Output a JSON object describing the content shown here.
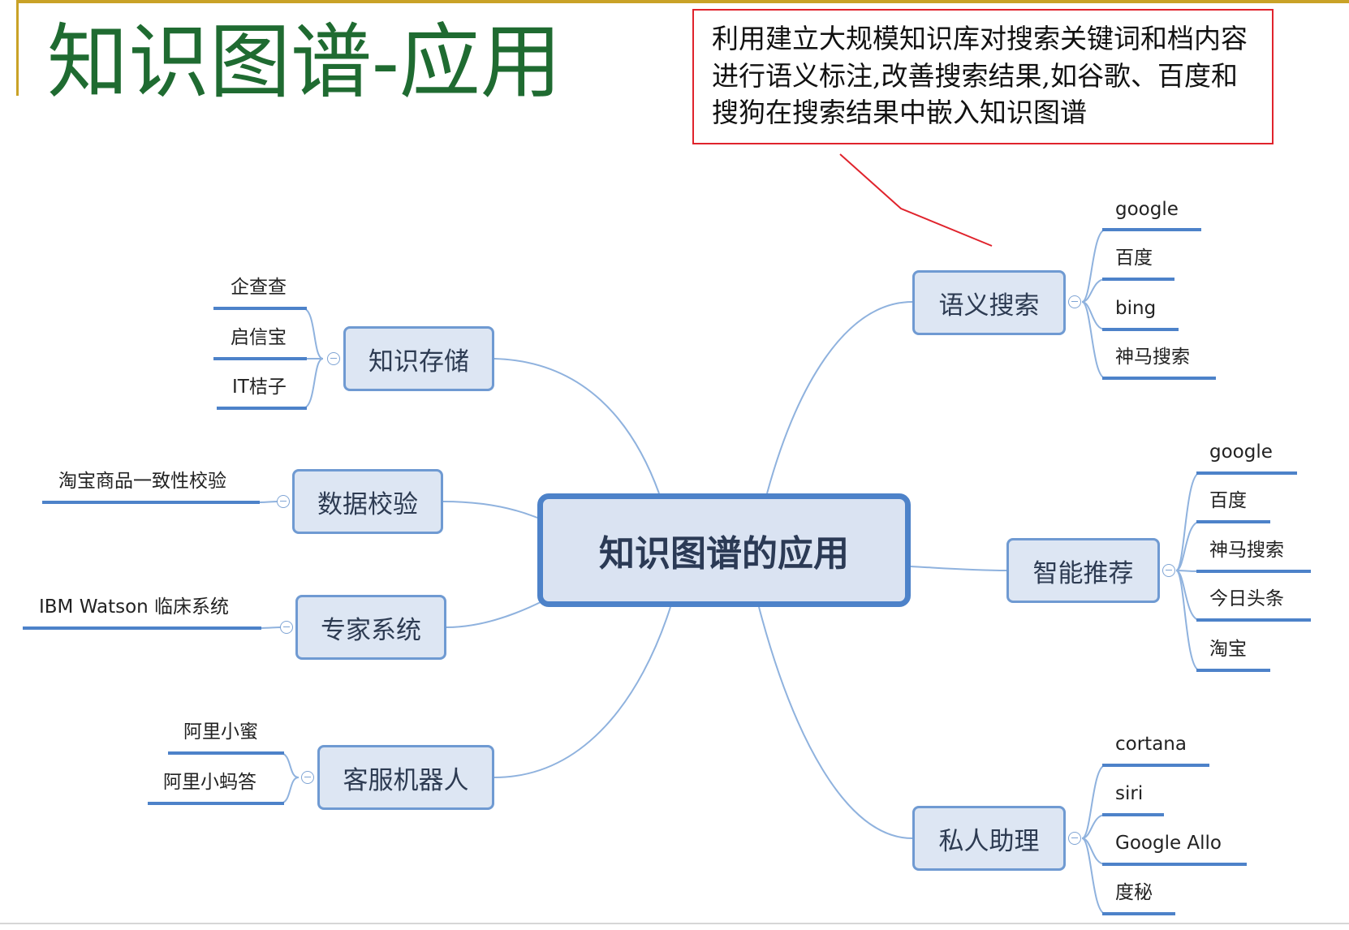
{
  "title": "知识图谱-应用",
  "callout": "利用建立大规模知识库对搜索关键词和档内容进行语义标注,改善搜索结果,如谷歌、百度和搜狗在搜索结果中嵌入知识图谱",
  "center": "知识图谱的应用",
  "branches": [
    {
      "label": "语义搜索",
      "leaves": [
        "google",
        "百度",
        "bing",
        "神马搜索"
      ]
    },
    {
      "label": "智能推荐",
      "leaves": [
        "google",
        "百度",
        "神马搜索",
        "今日头条",
        "淘宝"
      ]
    },
    {
      "label": "私人助理",
      "leaves": [
        "cortana",
        "siri",
        "Google Allo",
        "度秘"
      ]
    },
    {
      "label": "知识存储",
      "leaves": [
        "企查查",
        "启信宝",
        "IT桔子"
      ]
    },
    {
      "label": "数据校验",
      "leaves": [
        "淘宝商品一致性校验"
      ]
    },
    {
      "label": "专家系统",
      "leaves": [
        "IBM Watson 临床系统"
      ]
    },
    {
      "label": "客服机器人",
      "leaves": [
        "阿里小蜜",
        "阿里小蚂答"
      ]
    }
  ],
  "colors": {
    "title": "#1f6b31",
    "callout_border": "#e0232c",
    "node_fill": "#dde6f3",
    "node_border": "#6f9ad2",
    "center_border": "#4d82c9",
    "leaf_underline": "#4d82c9"
  }
}
